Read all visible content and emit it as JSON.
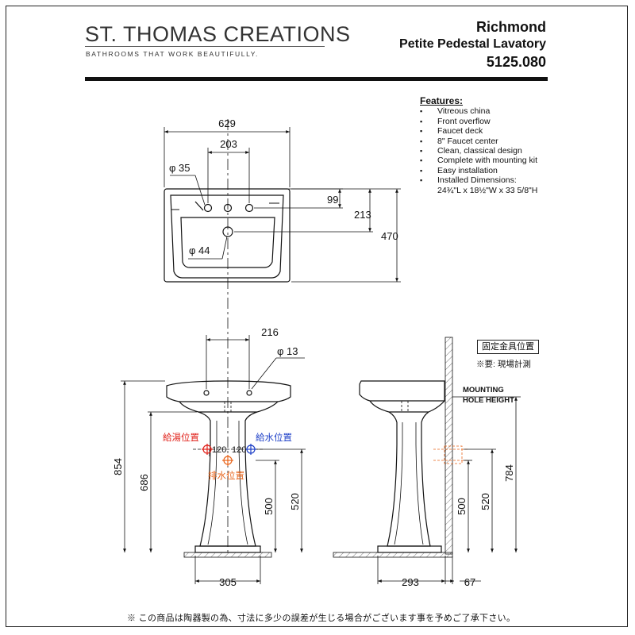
{
  "brand": {
    "name": "ST. THOMAS CREATIONS",
    "tagline": "BATHROOMS THAT WORK BEAUTIFULLY."
  },
  "product": {
    "name": "Richmond",
    "description": "Petite Pedestal Lavatory",
    "model": "5125.080"
  },
  "features": {
    "heading": "Features:",
    "items": [
      "Vitreous china",
      "Front overflow",
      "Faucet deck",
      "8\" Faucet center",
      "Clean, classical design",
      "Complete with mounting kit",
      "Easy installation",
      "Installed Dimensions:"
    ],
    "installed_dimensions": "24¾\"L x 18½\"W x 33 5/8\"H"
  },
  "top_view": {
    "width": "629",
    "faucet_center": "203",
    "hole_dia": "φ 35",
    "drain_dia": "φ 44",
    "faucet_offset": "99",
    "drain_offset": "213",
    "depth": "470"
  },
  "front_view": {
    "spread": "216",
    "hole_dia": "φ 13",
    "hot_label": "給湯位置",
    "cold_label": "給水位置",
    "drain_label": "排水位置",
    "offset_left": "120",
    "offset_right": "120",
    "total_height": "854",
    "rim_height": "686",
    "drain_height": "500",
    "supply_height": "520",
    "base_width": "305"
  },
  "side_view": {
    "fixture_label": "固定金具位置",
    "fixture_note": "※要: 現場計測",
    "mounting_line1": "MOUNTING",
    "mounting_line2": "HOLE HEIGHT",
    "mount_height": "784",
    "drain_height": "500",
    "supply_height": "520",
    "projection": "293",
    "wall_gap": "67"
  },
  "footer_note": "※ この商品は陶器製の為、寸法に多少の誤差が生じる場合がございます事を予めご了承下さい。",
  "colors": {
    "hot": "#e0221b",
    "cold": "#1d3fc7",
    "drain": "#e8641a",
    "ink": "#111111"
  }
}
